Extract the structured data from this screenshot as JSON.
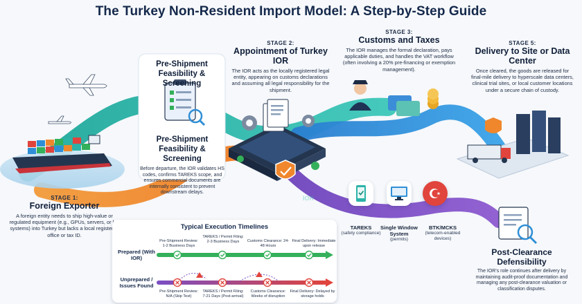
{
  "title": "The Turkey Non-Resident Import Model: A Step-by-Step Guide",
  "stage1": {
    "label": "STAGE 1:",
    "title": "Foreign Exporter",
    "desc": "A foreign entity needs to ship high-value or regulated equipment (e.g., GPUs, servers, or lab systems) into Turkey but lacks a local registered office or tax ID."
  },
  "prescreen_card": {
    "title": "Pre-Shipment Feasibility & Screening"
  },
  "prescreen": {
    "title": "Pre-Shipment Feasibility & Screening",
    "desc": "Before departure, the IOR validates HS codes, confirms TAREKS scope, and ensures commercial documents are internally consistent to prevent downstream delays."
  },
  "stage2": {
    "label": "STAGE 2:",
    "title": "Appointment of Turkey IOR",
    "desc": "The IOR acts as the locally registered legal entity, appearing on customs declarations and assuming all legal responsibility for the shipment."
  },
  "stage3": {
    "label": "STAGE 3:",
    "title": "Customs and Taxes",
    "desc": "The IOR manages the formal declaration, pays applicable duties, and handles the VAT workflow (often involving a 20% pre-financing or exemption management)."
  },
  "stage5": {
    "label": "STAGE 5:",
    "title": "Delivery to Site or Data Center",
    "desc": "Once cleared, the goods are released for final-mile delivery to hyperscale data centers, clinical trial sites, or local customer locations under a secure chain of custody."
  },
  "systems": [
    {
      "name": "TAREKS",
      "sub": "(safety compliance)"
    },
    {
      "name": "Single Window System",
      "sub": "(permits)"
    },
    {
      "name": "BTK/MCKS",
      "sub": "(telecom-enabled devices)"
    }
  ],
  "watermark": "IOR",
  "post_clearance": {
    "title": "Post-Clearance Defensibility",
    "desc": "The IOR's role continues after delivery by maintaining audit-proof documentation and managing any post-clearance valuation or classification disputes."
  },
  "timelines": {
    "title": "Typical Execution Timelines",
    "prepared": {
      "label": "Prepared (With IOR)",
      "steps": [
        "Pre-Shipment Review: 1-2 Business Days",
        "TAREKS / Permit Filing: 2-3 Business Days",
        "Customs Clearance: 24-48 Hours",
        "Final Delivery: Immediate upon release"
      ]
    },
    "unprepared": {
      "label": "Unprepared / Issues Found",
      "steps": [
        "Pre-Shipment Review: N/A (Skip Test)",
        "TAREKS / Permit Filing: 7-21 Days (Post-arrival)",
        "Customs Clearance: Weeks of disruption",
        "Final Delivery: Delayed by storage holds"
      ]
    }
  },
  "colors": {
    "teal": "#2bb3a8",
    "orange": "#f0872c",
    "blue": "#2f8fd6",
    "purple": "#7a4fc4",
    "green": "#34b05a",
    "red": "#e0443c",
    "navy": "#14284b"
  }
}
